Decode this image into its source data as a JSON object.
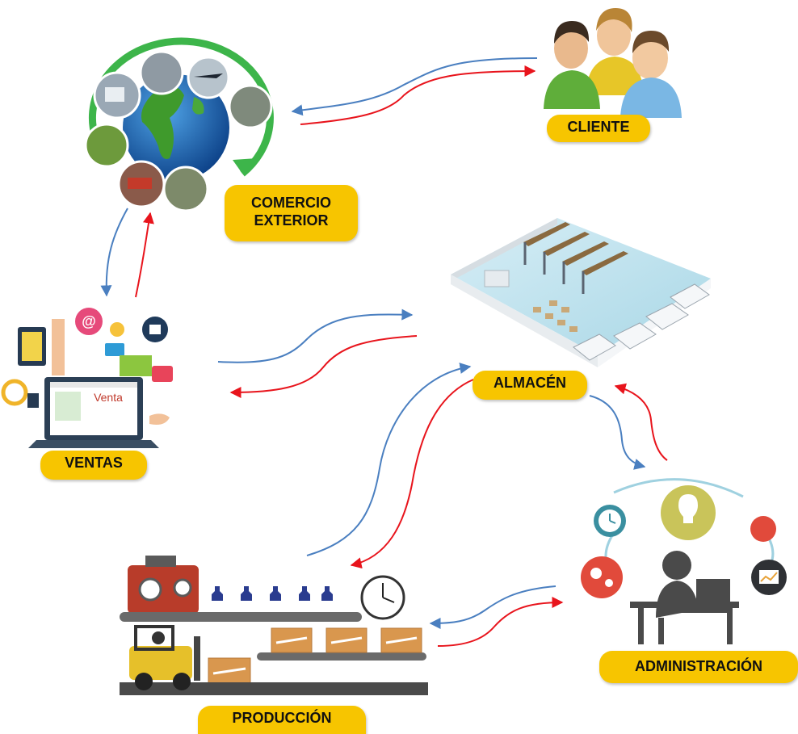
{
  "nodes": {
    "cliente": {
      "label": "CLIENTE"
    },
    "comercio_exterior": {
      "label_line1": "COMERCIO",
      "label_line2": "EXTERIOR"
    },
    "almacen": {
      "label": "ALMACÉN"
    },
    "ventas": {
      "label": "VENTAS",
      "screen_text": "Venta",
      "email_glyph": "@"
    },
    "administracion": {
      "label": "ADMINISTRACIÓN"
    },
    "produccion": {
      "label": "PRODUCCIÓN"
    }
  },
  "colors": {
    "label_bg": "#f7c500",
    "arrow_blue": "#4a7fc0",
    "arrow_red": "#e8141c",
    "globe_ring": "#3db54a",
    "floor": "#bfe3ee"
  }
}
